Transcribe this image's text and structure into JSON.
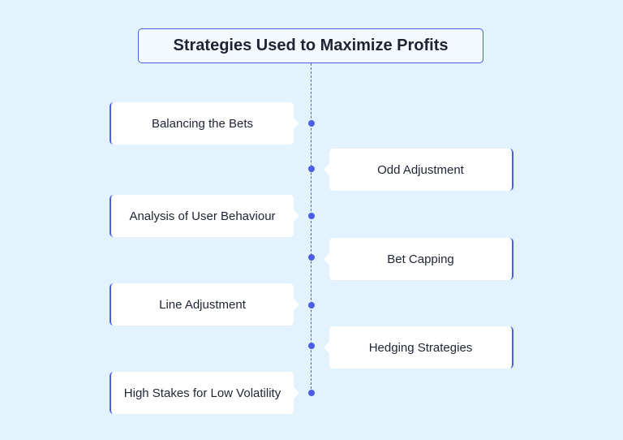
{
  "title": "Strategies Used to Maximize Profits",
  "colors": {
    "accent": "#4a5ee6",
    "background": "#e2f3fd",
    "card": "#ffffff",
    "text": "#1e2433"
  },
  "strategies": [
    {
      "label": "Balancing the Bets",
      "side": "left"
    },
    {
      "label": "Odd Adjustment",
      "side": "right"
    },
    {
      "label": "Analysis of User Behaviour",
      "side": "left"
    },
    {
      "label": "Bet Capping",
      "side": "right"
    },
    {
      "label": "Line Adjustment",
      "side": "left"
    },
    {
      "label": "Hedging Strategies",
      "side": "right"
    },
    {
      "label": "High Stakes for Low Volatility",
      "side": "left"
    }
  ]
}
